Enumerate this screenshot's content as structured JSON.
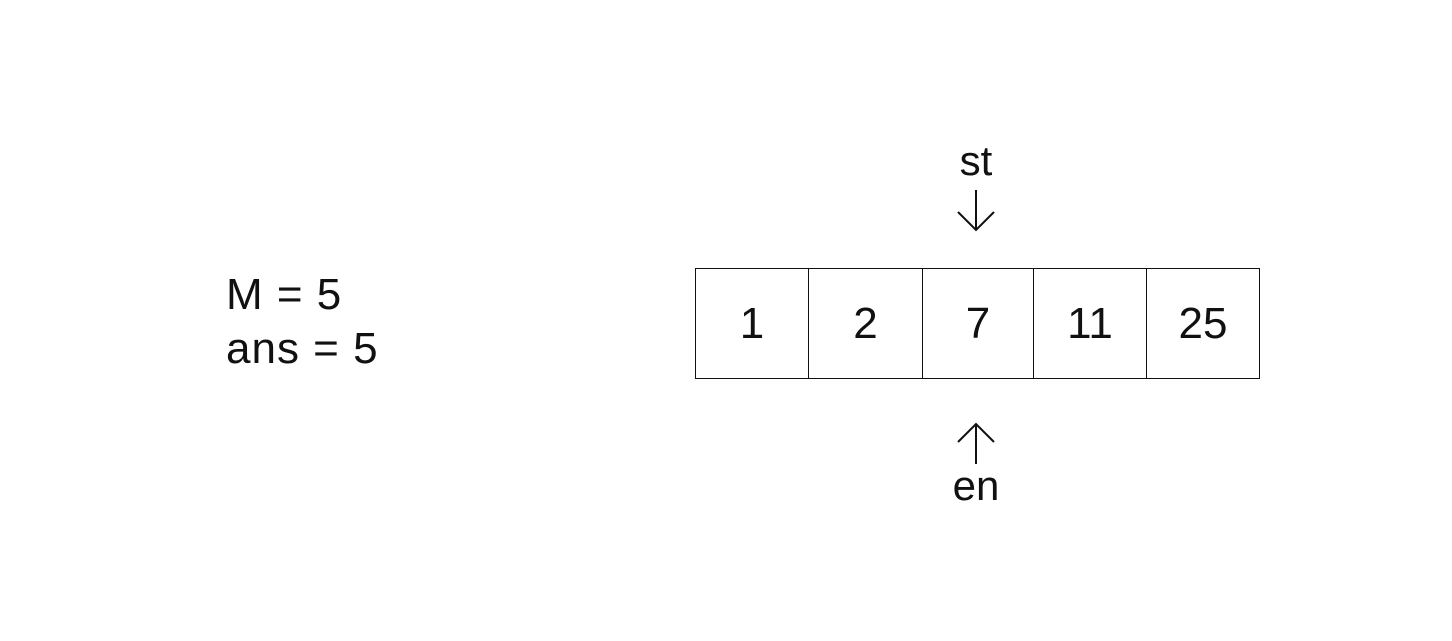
{
  "variables": {
    "m_line": "M = 5",
    "ans_line": "ans = 5"
  },
  "array": {
    "cells": [
      "1",
      "2",
      "7",
      "11",
      "25"
    ]
  },
  "pointers": {
    "top_label": "st",
    "bottom_label": "en",
    "index": 2
  }
}
